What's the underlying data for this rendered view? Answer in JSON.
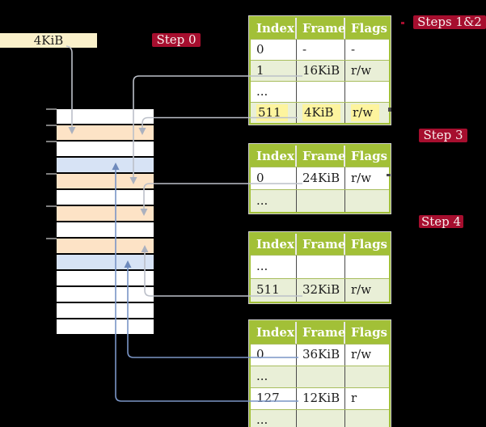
{
  "colors": {
    "background": "#000000",
    "table_header_green": "#a2c037",
    "table_row_alt_green": "#e9efd7",
    "highlight_yellow": "#fdf49e",
    "step_label_red": "#a60e2e",
    "frame_peach": "#fde3c6",
    "frame_blue": "#d7e3f5",
    "root_box_cream": "#faf0ca",
    "arrow_gray": "#bcc0c9",
    "arrow_blue": "#7a95c6"
  },
  "root_pointer_box": {
    "label": "4KiB"
  },
  "step_labels": [
    {
      "label": "Step 0"
    },
    {
      "label": "Steps 1&2"
    },
    {
      "label": "Step 3"
    },
    {
      "label": "Step 4"
    }
  ],
  "memory_stack": {
    "rows": [
      "white",
      "peach",
      "white",
      "blue",
      "peach",
      "white",
      "peach",
      "white",
      "peach",
      "blue",
      "white",
      "white",
      "white",
      "white"
    ]
  },
  "page_tables": [
    {
      "headers": [
        "Index",
        "Frame",
        "Flags"
      ],
      "rows": [
        [
          "0",
          "-",
          "-"
        ],
        [
          "1",
          "16KiB",
          "r/w"
        ],
        [
          "...",
          "",
          ""
        ],
        [
          "511",
          "4KiB",
          "r/w"
        ]
      ],
      "highlighted_row": "511"
    },
    {
      "headers": [
        "Index",
        "Frame",
        "Flags"
      ],
      "rows": [
        [
          "0",
          "24KiB",
          "r/w"
        ],
        [
          "...",
          "",
          ""
        ]
      ]
    },
    {
      "headers": [
        "Index",
        "Frame",
        "Flags"
      ],
      "rows": [
        [
          "...",
          "",
          ""
        ],
        [
          "511",
          "32KiB",
          "r/w"
        ]
      ]
    },
    {
      "headers": [
        "Index",
        "Frame",
        "Flags"
      ],
      "rows": [
        [
          "0",
          "36KiB",
          "r/w"
        ],
        [
          "...",
          "",
          ""
        ],
        [
          "127",
          "12KiB",
          "r"
        ],
        [
          "...",
          "",
          ""
        ]
      ]
    }
  ]
}
